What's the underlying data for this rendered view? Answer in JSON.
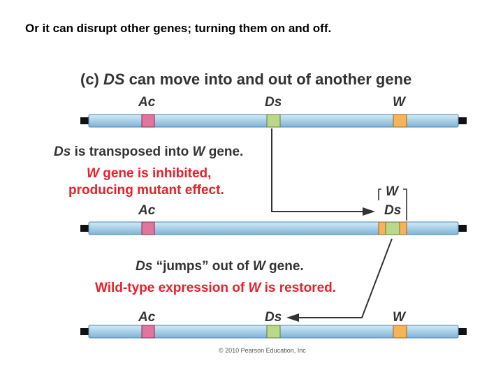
{
  "slide_title": "Or it can disrupt other genes; turning them on and off.",
  "panel": {
    "heading_prefix": "(c) ",
    "heading_ds": "DS",
    "heading_rest": " can move into and out of another gene"
  },
  "genes": {
    "ac": "Ac",
    "ds": "Ds",
    "w": "W"
  },
  "step1": {
    "line1_ds": "Ds",
    "line1_a": " is transposed into ",
    "line1_w": "W",
    "line1_b": " gene.",
    "line2_w": "W",
    "line2_rest": " gene is inhibited,",
    "line3": "producing mutant effect."
  },
  "step2": {
    "line1_ds": "Ds",
    "line1_a": " “jumps” out of ",
    "line1_w": "W",
    "line1_b": " gene.",
    "line2_a": "Wild-type expression of ",
    "line2_w": "W",
    "line2_b": " is restored."
  },
  "copyright": "© 2010 Pearson Education, Inc",
  "colors": {
    "chromosome": "#a9cfe6",
    "chromosome_edge": "#4a86b6",
    "ac_band": "#e0769e",
    "ds_band": "#b9d88a",
    "w_band": "#f6b45a",
    "red_text": "#e8202a",
    "arrow": "#333333"
  }
}
